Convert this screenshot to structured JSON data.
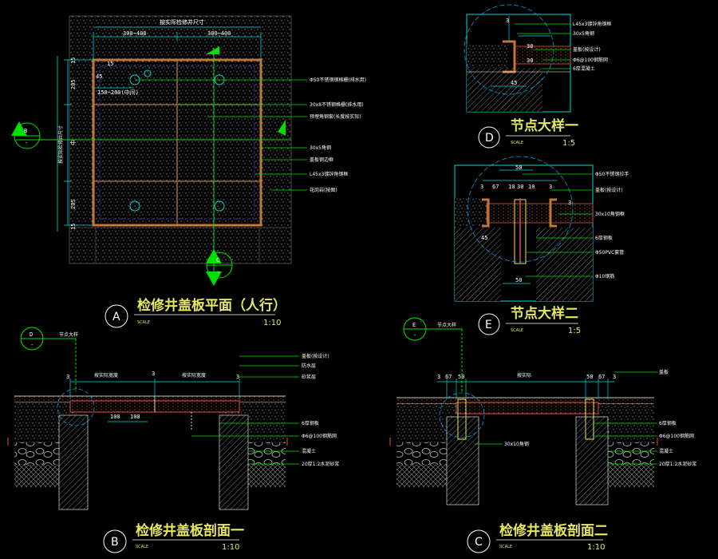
{
  "colors": {
    "background": "#000000",
    "leader": "#00e000",
    "dimension": "#00d8d8",
    "frame": "#c07838",
    "title": "#e8e860",
    "callout": "#ff4040"
  },
  "views": {
    "A": {
      "label": "A",
      "title": "检修井盖板平面（人行）",
      "scale_word": "SCALE",
      "scale": "1:10"
    },
    "B": {
      "label": "B",
      "title": "检修井盖板剖面一",
      "scale_word": "SCALE",
      "scale": "1:10"
    },
    "C": {
      "label": "C",
      "title": "检修井盖板剖面二",
      "scale_word": "SCALE",
      "scale": "1:10"
    },
    "D": {
      "label": "D",
      "title": "节点大样一",
      "scale_word": "SCALE",
      "scale": "1:5"
    },
    "E": {
      "label": "E",
      "title": "节点大样二",
      "scale_word": "SCALE",
      "scale": "1:5"
    }
  },
  "plan": {
    "top_dim_title": "按实际检修井尺寸",
    "top_dims": [
      "300~400",
      "300~400"
    ],
    "left_dims": [
      "15",
      "205",
      "205",
      "15"
    ],
    "left_label": "按实际检修井尺寸",
    "mid_dim": "中",
    "small_dims": [
      "15",
      "45",
      "150~200(中间)"
    ],
    "annotations": [
      "Φ50不锈钢钢格栅(排水用)",
      "30x8不锈钢格栅(排水用)",
      "预埋角钢套(长度按实际)",
      "30x5角钢",
      "盖板钢边框",
      "L45x3镀锌角钢框",
      "花岗岩(按图)"
    ],
    "marker_left": {
      "top": "B",
      "bottom": "-"
    },
    "marker_bottom": {
      "top": "C",
      "bottom": "-"
    }
  },
  "detail_d": {
    "dims": [
      "3",
      "30",
      "30",
      "45"
    ],
    "annotations": [
      "L45x3镀锌角钢框",
      "30x5角钢",
      "盖板(按设计)",
      "Φ6@100钢筋网",
      "6厚混凝土"
    ]
  },
  "detail_e": {
    "dims": [
      "50",
      "3",
      "67",
      "10",
      "30",
      "10",
      "3",
      "45",
      "50",
      "3"
    ],
    "annotations": [
      "Φ50不锈钢拉手",
      "盖板(按设计)",
      "30x10角钢框",
      "6厚钢板",
      "Φ50PVC套管",
      "Φ10钢筋"
    ]
  },
  "section_b": {
    "dims": [
      "3",
      "3",
      "3",
      "100",
      "100"
    ],
    "top_labels": [
      "按实际宽度",
      "按实际宽度"
    ],
    "marker": {
      "top": "D",
      "bottom": "-"
    },
    "callout": "节点大样",
    "annotations_top": [
      "盖板(按设计)",
      "防水层",
      "砂浆层"
    ],
    "annotations_right": [
      "6厚钢板",
      "Φ6@100钢筋网",
      "混凝土",
      "20厚1:2水泥砂浆"
    ]
  },
  "section_c": {
    "dims": [
      "3",
      "67",
      "50",
      "50",
      "67",
      "3"
    ],
    "top_label": "按实际",
    "marker": {
      "top": "E",
      "bottom": "-"
    },
    "callout": "节点大样",
    "right_label": "盖板",
    "mid_label": "30x10角钢",
    "annotations_right": [
      "6厚钢板",
      "Φ6@100钢筋网",
      "混凝土",
      "20厚1:2水泥砂浆"
    ]
  }
}
